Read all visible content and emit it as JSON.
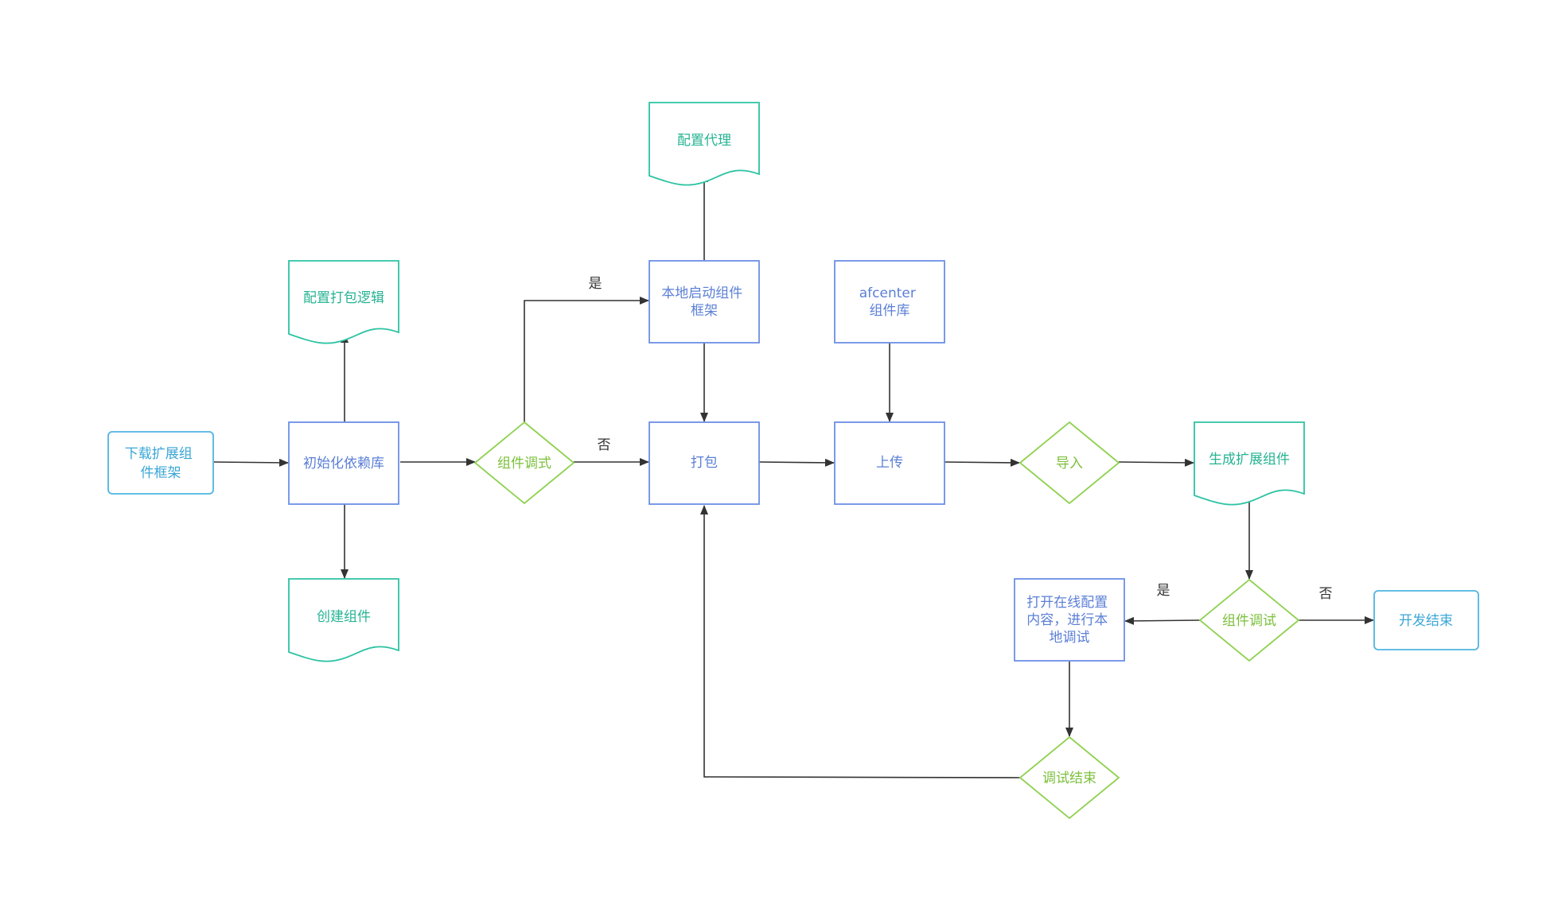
{
  "colors": {
    "process_stroke": "#6b8fe6",
    "process_text": "#5b7fd6",
    "decision_stroke": "#8ed14f",
    "decision_text": "#7cc03c",
    "document_stroke": "#2cc3a3",
    "document_text": "#26b393",
    "terminal_stroke": "#4eb5e0",
    "terminal_text": "#3aa6d6",
    "edge": "#333333"
  },
  "nodes": {
    "download_framework": [
      "下载扩展组",
      "件框架"
    ],
    "init_deps": [
      "初始化依赖库"
    ],
    "config_pack_logic": [
      "配置打包逻辑"
    ],
    "create_component": [
      "创建组件"
    ],
    "component_debug_1": [
      "组件调式"
    ],
    "local_start": [
      "本地启动组件",
      "框架"
    ],
    "config_proxy": [
      "配置代理"
    ],
    "pack": [
      "打包"
    ],
    "afcenter": [
      "afcenter",
      "组件库"
    ],
    "upload": [
      "上传"
    ],
    "import": [
      "导入"
    ],
    "generate_ext": [
      "生成扩展组件"
    ],
    "component_debug_2": [
      "组件调试"
    ],
    "open_online": [
      "打开在线配置",
      "内容，进行本",
      "地调试"
    ],
    "dev_end": [
      "开发结束"
    ],
    "debug_end": [
      "调试结束"
    ]
  },
  "edge_labels": {
    "yes_1": "是",
    "no_1": "否",
    "yes_2": "是",
    "no_2": "否"
  }
}
